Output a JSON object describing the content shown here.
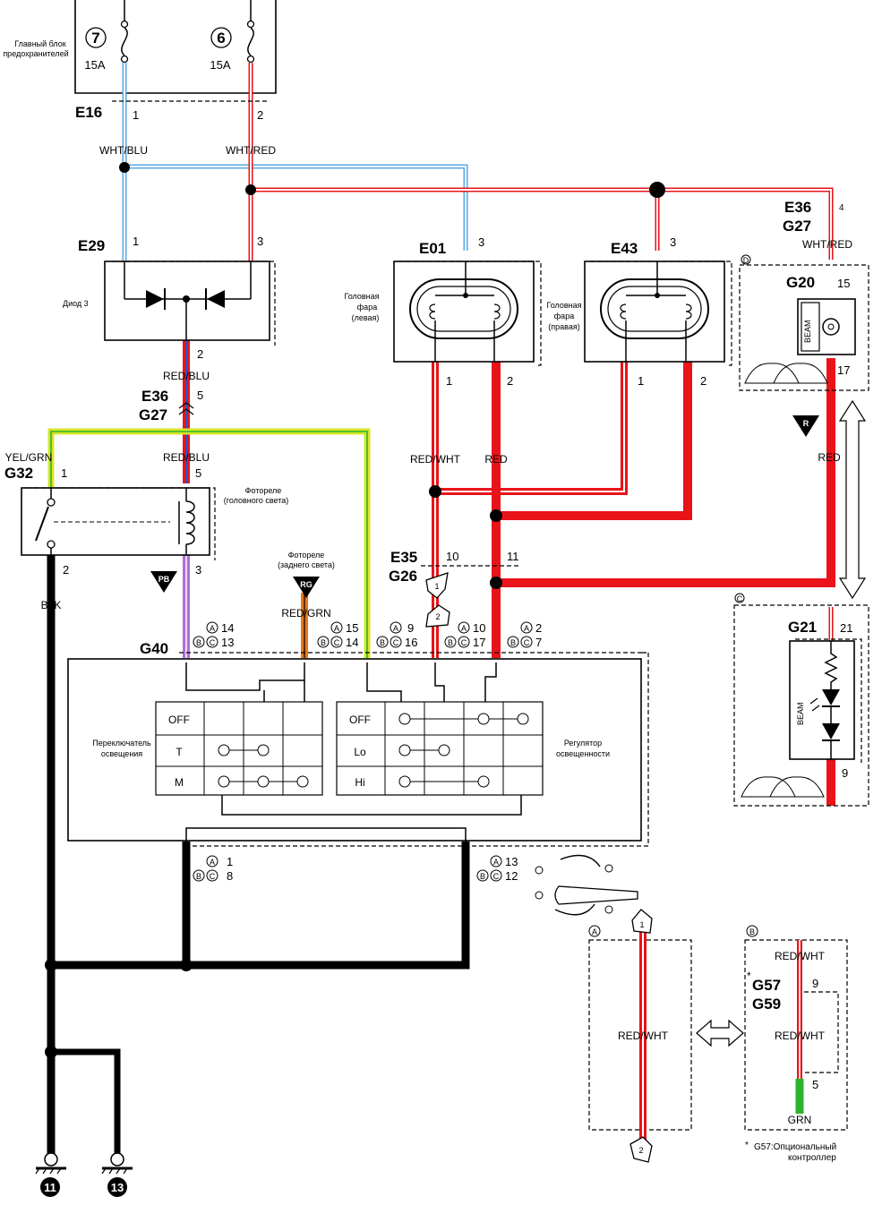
{
  "fuse_block": {
    "label_line1": "Главный блок",
    "label_line2": "предохранителей"
  },
  "fuses": [
    {
      "number": "7",
      "rating": "15A"
    },
    {
      "number": "6",
      "rating": "15A"
    }
  ],
  "connectors": {
    "e16": "E16",
    "e29": "E29",
    "e36": "E36",
    "g27": "G27",
    "g32": "G32",
    "e01": "E01",
    "e43": "E43",
    "g20": "G20",
    "g21": "G21",
    "e35": "E35",
    "g26": "G26",
    "g40": "G40",
    "g57": "G57",
    "g59": "G59"
  },
  "pins": {
    "e16_1": "1",
    "e16_2": "2",
    "e29_1": "1",
    "e29_3": "3",
    "diode_2": "2",
    "e36_5": "5",
    "g32_1": "1",
    "g32_5": "5",
    "g32_2": "2",
    "g32_3": "3",
    "e01_3": "3",
    "e01_1": "1",
    "e01_2": "2",
    "e43_3": "3",
    "e43_1": "1",
    "e43_2": "2",
    "e36_4": "4",
    "g20_15": "15",
    "g20_17": "17",
    "e35_10": "10",
    "e35_11": "11",
    "g21_21": "21",
    "g21_9": "9",
    "g57_9": "9",
    "g57_5": "5"
  },
  "wires": {
    "wht_blu": "WHT/BLU",
    "wht_red": "WHT/RED",
    "red_blu": "RED/BLU",
    "yel_grn": "YEL/GRN",
    "red_wht": "RED/WHT",
    "red": "RED",
    "blk": "BLK",
    "red_grn": "RED/GRN",
    "grn": "GRN"
  },
  "components": {
    "diode": "Диод 3",
    "headlamp_left": [
      "Головная",
      "фара",
      "(левая)"
    ],
    "headlamp_right": [
      "Головная",
      "фара",
      "(правая)"
    ],
    "relay_head": [
      "Фотореле",
      "(головного света)"
    ],
    "relay_tail": [
      "Фотореле",
      "(заднего света)"
    ],
    "switch_label": [
      "Переключатель",
      "освещения"
    ],
    "dimmer_label": [
      "Регулятор",
      "освещенности"
    ],
    "beam": "BEAM",
    "note_line1": "G57:Опциональный",
    "note_line2": "контроллер"
  },
  "badges": {
    "pb": "PB",
    "rg": "RG",
    "r": "R"
  },
  "g40_pins": {
    "c1a": "14",
    "c1b": "13",
    "c2a": "15",
    "c2b": "14",
    "c3a": "9",
    "c3b": "16",
    "c4a": "10",
    "c4b": "17",
    "c5a": "2",
    "c5b": "7",
    "b1a": "1",
    "b1b": "8",
    "b2a": "13",
    "b2b": "12"
  },
  "switch_rows": [
    "OFF",
    "T",
    "M"
  ],
  "dimmer_rows": [
    "OFF",
    "Lo",
    "Hi"
  ],
  "markers": {
    "a": "A",
    "b": "B",
    "bc": "BC",
    "d": "D",
    "c": "C",
    "star": "*"
  },
  "callouts": {
    "one": "1",
    "two": "2"
  },
  "grounds": [
    "11",
    "13"
  ],
  "colors": {
    "red": "#e8141a",
    "blue": "#5aa9e0",
    "yellow": "#d9e62a",
    "green": "#2bb52b",
    "violet": "#b070d8",
    "orange": "#e07a20",
    "black": "#000000"
  }
}
